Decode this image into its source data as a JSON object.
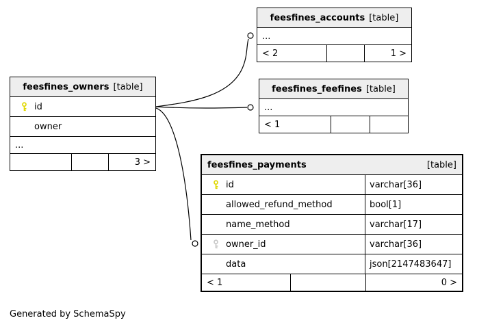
{
  "generated_by": "Generated by SchemaSpy",
  "colors": {
    "table_header_bg": "#eeeeee",
    "border": "#000000",
    "primary_key": "#e0d800",
    "foreign_key": "#c8c8c8",
    "background": "#ffffff"
  },
  "tables": {
    "owners": {
      "name": "feesfines_owners",
      "tag": "[table]",
      "columns": [
        {
          "name": "id",
          "key": "primary"
        },
        {
          "name": "owner",
          "key": "none"
        },
        {
          "name": "...",
          "key": "dots"
        }
      ],
      "footer": {
        "left": "",
        "mid": "",
        "right": "3 >"
      }
    },
    "accounts": {
      "name": "feesfines_accounts",
      "tag": "[table]",
      "columns": [
        {
          "name": "...",
          "key": "dots"
        }
      ],
      "footer": {
        "left": "< 2",
        "mid": "",
        "right": "1 >"
      }
    },
    "feefines": {
      "name": "feesfines_feefines",
      "tag": "[table]",
      "columns": [
        {
          "name": "...",
          "key": "dots"
        }
      ],
      "footer": {
        "left": "< 1",
        "mid": "",
        "right": ""
      }
    },
    "payments": {
      "name": "feesfines_payments",
      "tag": "[table]",
      "columns": [
        {
          "name": "id",
          "type": "varchar[36]",
          "key": "primary"
        },
        {
          "name": "allowed_refund_method",
          "type": "bool[1]",
          "key": "none"
        },
        {
          "name": "name_method",
          "type": "varchar[17]",
          "key": "none"
        },
        {
          "name": "owner_id",
          "type": "varchar[36]",
          "key": "foreign"
        },
        {
          "name": "data",
          "type": "json[2147483647]",
          "key": "none"
        }
      ],
      "footer": {
        "left": "< 1",
        "mid": "",
        "right": "0 >"
      }
    }
  }
}
